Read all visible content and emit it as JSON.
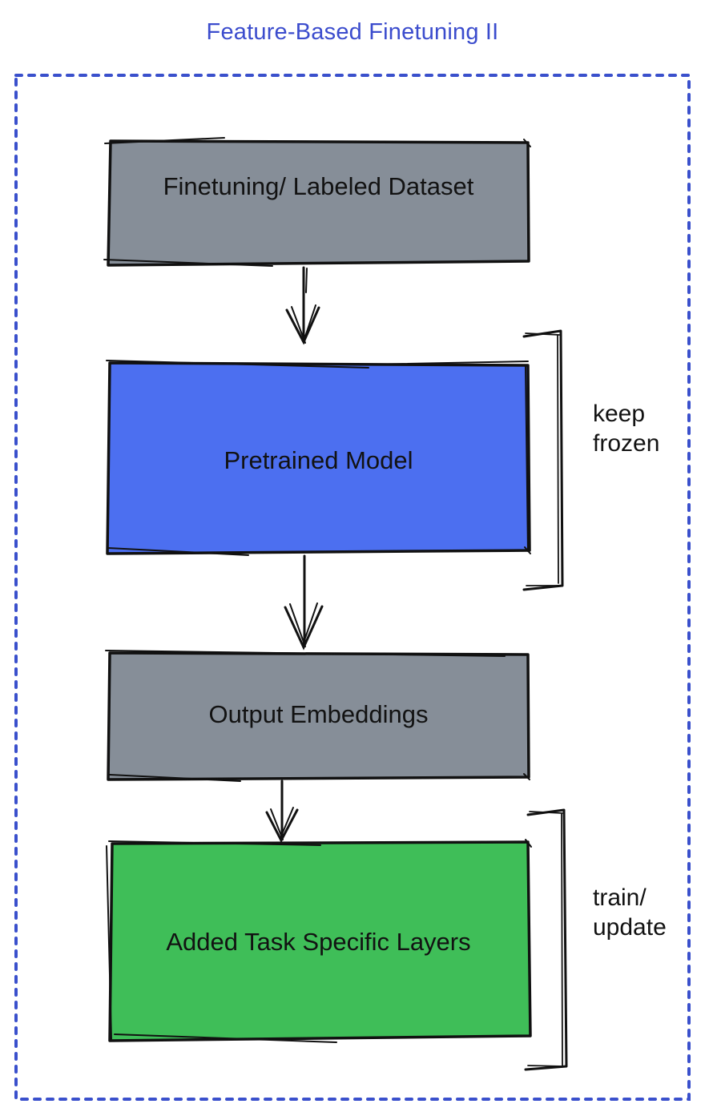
{
  "title": {
    "text": "Feature-Based Finetuning II",
    "color": "#3b4ccd"
  },
  "colors": {
    "frame": "#3a50cc",
    "node_gray": "#868e98",
    "node_blue": "#4c6ff0",
    "node_green": "#3fbe58",
    "stroke": "#111111",
    "text": "#121212"
  },
  "nodes": [
    {
      "label": "Finetuning/ Labeled Dataset"
    },
    {
      "label": "Pretrained Model"
    },
    {
      "label": "Output Embeddings"
    },
    {
      "label": "Added Task Specific Layers"
    }
  ],
  "annotations": [
    {
      "line1": "keep",
      "line2": "frozen"
    },
    {
      "line1": "train/",
      "line2": "update"
    }
  ]
}
